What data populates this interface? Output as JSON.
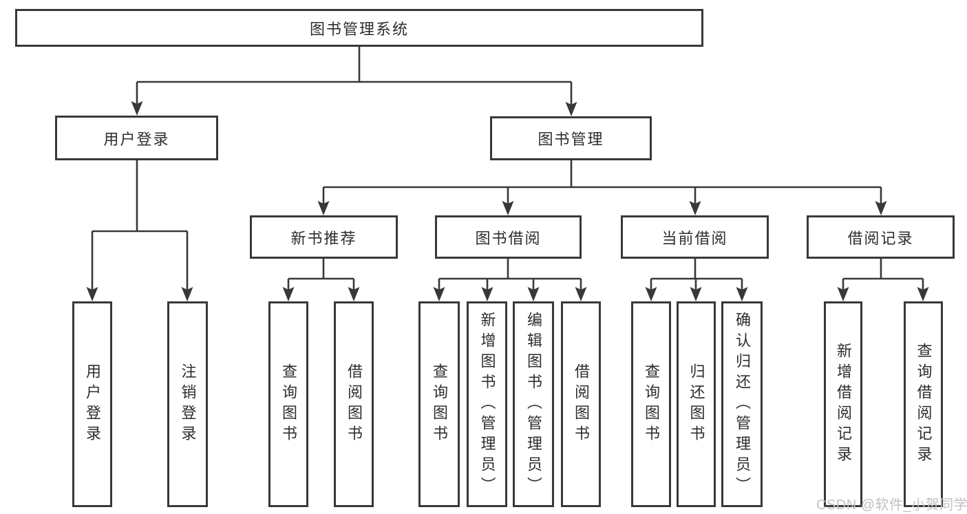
{
  "diagram": {
    "root": "图书管理系统",
    "level1": {
      "user_login": "用户登录",
      "book_mgmt": "图书管理"
    },
    "level2": {
      "new_books": "新书推荐",
      "book_borrow": "图书借阅",
      "current_borrow": "当前借阅",
      "borrow_records": "借阅记录"
    },
    "leaves": {
      "login": "用户登录",
      "logout": "注销登录",
      "nb_query": "查询图书",
      "nb_borrow": "借阅图书",
      "bb_query": "查询图书",
      "bb_add": "新增图书（管理员）",
      "bb_edit": "编辑图书（管理员）",
      "bb_borrow": "借阅图书",
      "cb_query": "查询图书",
      "cb_return": "归还图书",
      "cb_confirm": "确认归还（管理员）",
      "rec_add": "新增借阅记录",
      "rec_query": "查询借阅记录"
    }
  },
  "watermark": "CSDN @软件_小贺同学",
  "colors": {
    "line": "#383838",
    "text": "#2d2d2d",
    "watermark": "#c2c1c1",
    "background": "#ffffff"
  }
}
